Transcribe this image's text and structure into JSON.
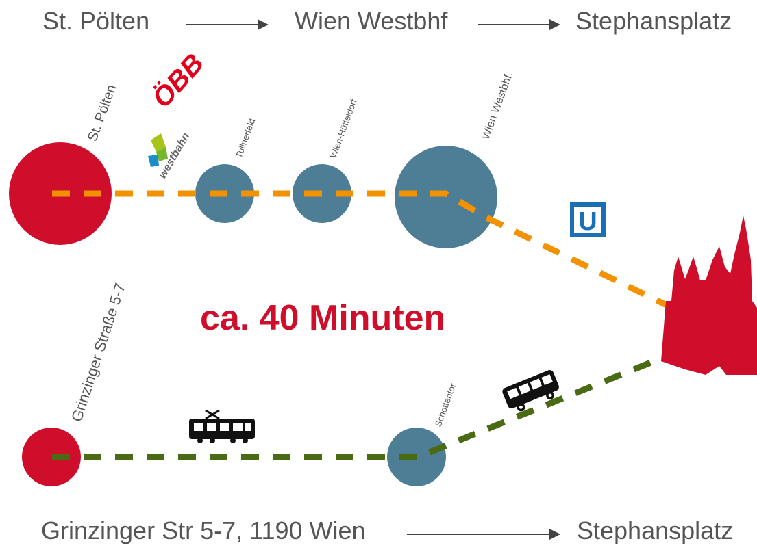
{
  "route_top": {
    "from": "St. Pölten",
    "via": "Wien Westbhf",
    "to": "Stephansplatz"
  },
  "route_bottom": {
    "from": "Grinzinger Str 5-7, 1190 Wien",
    "to": "Stephansplatz"
  },
  "headline": "ca. 40 Minuten",
  "stops_top": [
    "St. Pölten",
    "Tullnerfeld",
    "Wien-Hütteldorf",
    "Wien Westbhf."
  ],
  "stops_bottom": [
    "Grinzinger Straße 5-7",
    "Schottentor"
  ],
  "logos": {
    "oebb": "ÖBB",
    "westbahn": "westbahn",
    "ubahn": "U"
  },
  "colors": {
    "red": "#cf0e2b",
    "blue_circle": "#4d7e96",
    "orange_line": "#f39200",
    "green_line": "#4a6a14",
    "ubahn_blue": "#1a6fb5"
  },
  "icons": [
    "tram-icon",
    "bus-icon",
    "cathedral-icon",
    "westbahn-logo-icon"
  ]
}
